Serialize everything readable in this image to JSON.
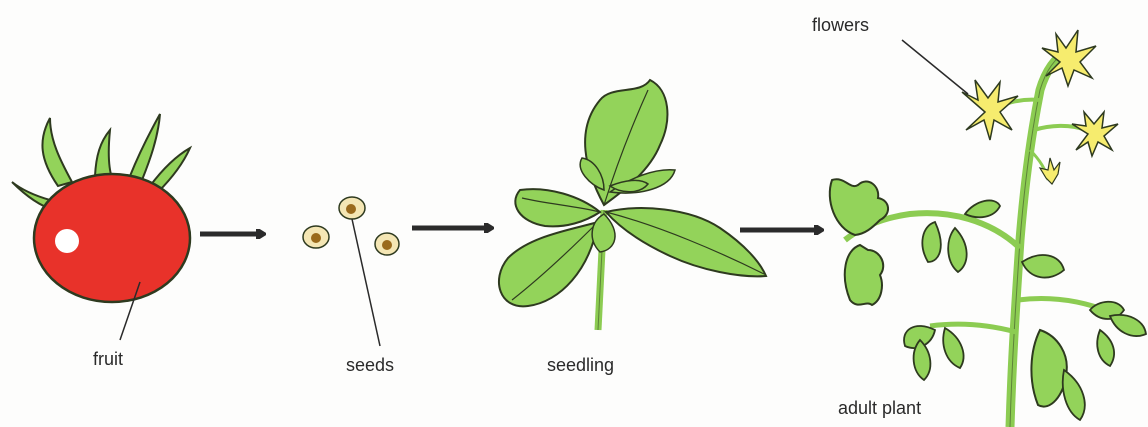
{
  "labels": {
    "fruit": "fruit",
    "seeds": "seeds",
    "seedling": "seedling",
    "adult_plant": "adult plant",
    "flowers": "flowers"
  },
  "colors": {
    "tomato_red": "#e8322a",
    "leaf_green": "#93d35a",
    "stem_green": "#8ccc52",
    "outline": "#2e3a1f",
    "flower_yellow": "#f6ec6e",
    "seed_fill": "#f4e6b4",
    "seed_center": "#9a6a1c",
    "arrow": "#2b2b2b"
  }
}
